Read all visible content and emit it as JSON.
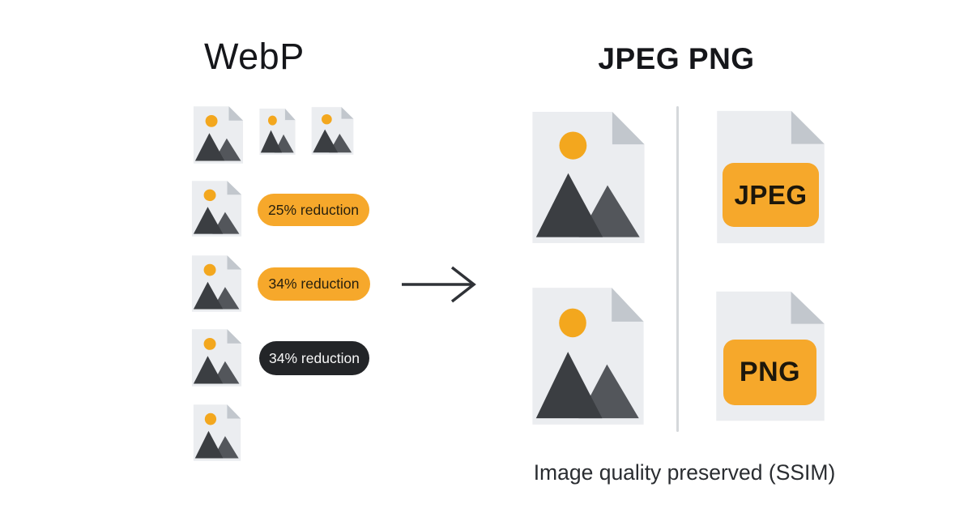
{
  "left": {
    "title": "WebP",
    "badges": [
      {
        "text": "25% reduction",
        "variant": "orange"
      },
      {
        "text": "34% reduction",
        "variant": "orange"
      },
      {
        "text": "34% reduction",
        "variant": "dark"
      }
    ]
  },
  "arrow": {
    "direction": "right"
  },
  "right": {
    "title": "JPEG PNG",
    "formats": [
      "JPEG",
      "PNG"
    ],
    "caption": "Image quality preserved (SSIM)"
  },
  "icons": [
    "image-file-icon",
    "right-arrow-icon",
    "jpeg-file-icon",
    "png-file-icon"
  ],
  "colors": {
    "accent_orange": "#F6A82B",
    "sun_orange": "#F3A71E",
    "badge_dark": "#232528",
    "badge_text_dark": "#261F0E",
    "page_fill": "#EBEDF0",
    "fold_gray": "#C2C7CD",
    "mountain_dark": "#3B3E42",
    "mountain_light": "#53565B",
    "divider_gray": "#D5D8DB",
    "title_text": "#15161A",
    "caption_text": "#2A2D31",
    "arrow_stroke": "#2F3237"
  }
}
